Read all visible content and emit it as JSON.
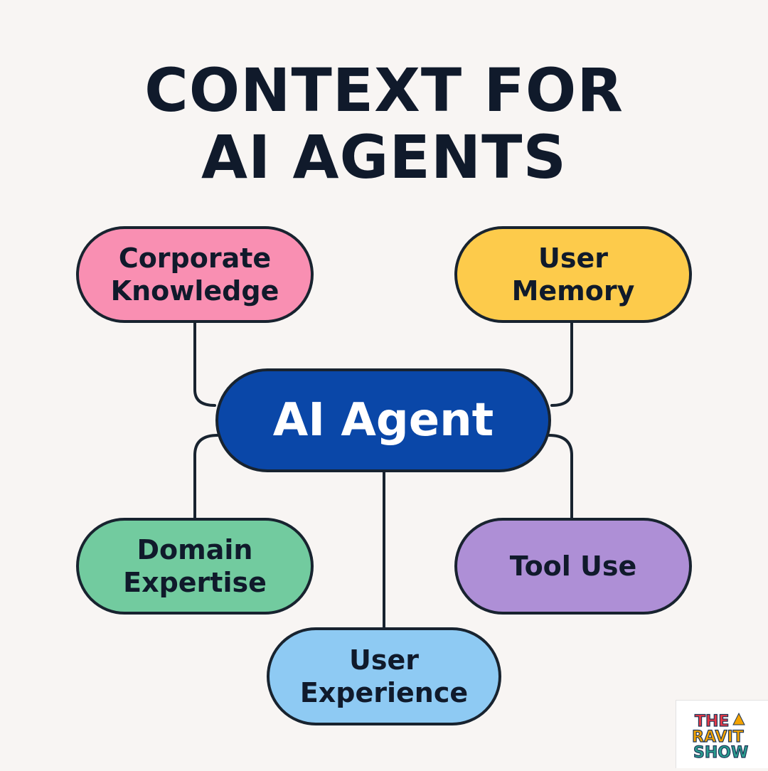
{
  "title": {
    "line1": "CONTEXT FOR",
    "line2": "AI AGENTS"
  },
  "center": {
    "label": "AI Agent",
    "color": "#0a47a8"
  },
  "nodes": [
    {
      "id": "corporate-knowledge",
      "label": "Corporate\nKnowledge",
      "color": "#f98fb2"
    },
    {
      "id": "user-memory",
      "label": "User\nMemory",
      "color": "#fdcb4b"
    },
    {
      "id": "domain-expertise",
      "label": "Domain\nExpertise",
      "color": "#72cb9f"
    },
    {
      "id": "tool-use",
      "label": "Tool Use",
      "color": "#ae8fd6"
    },
    {
      "id": "user-experience",
      "label": "User\nExperience",
      "color": "#8ecaf3"
    }
  ],
  "logo": {
    "text": "THE RAVIT SHOW",
    "colors": [
      "#e63946",
      "#f4a300",
      "#2a9d8f",
      "#1d3557"
    ]
  }
}
